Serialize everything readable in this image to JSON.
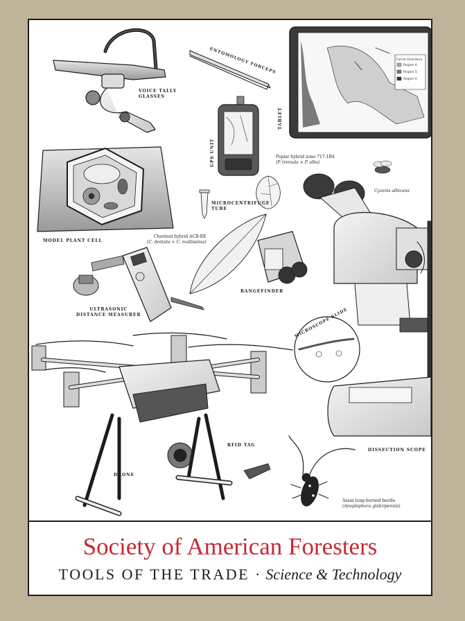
{
  "poster": {
    "title": "Society of American Foresters",
    "subtitle_left": "TOOLS OF THE TRADE",
    "subtitle_separator": "·",
    "subtitle_right": "Science & Technology"
  },
  "labels": {
    "voice_tally_glasses": "VOICE TALLY\nGLASSES",
    "entomology_forceps": "ENTOMOLOGY FORCEPS",
    "tablet": "TABLET",
    "gps_unit": "GPS UNIT",
    "model_plant_cell": "MODEL PLANT CELL",
    "microcentrifuge_tube": "MICROCENTRIFUGE\nTUBE",
    "poplar_line1": "Poplar hybrid zone 717-1B4",
    "poplar_line2": "(P. tremula × P. alba)",
    "cyzenis": "Cyzenis albicans",
    "chestnut_line1": "Chestnut hybrid ACR-RE",
    "chestnut_line2": "(C. dentata × C. mollissima)",
    "ultrasonic": "ULTRASONIC\nDISTANCE MEASURER",
    "rangefinder": "RANGEFINDER",
    "microscope_slide": "MICROSCOPE SLIDE",
    "drone": "DRONE",
    "rfid_tag": "RFID TAG",
    "dissection_scope": "DISSECTION SCOPE",
    "beetle_line1": "Asian long-horned beetle",
    "beetle_line2": "(Anoplophora glabripennis)"
  },
  "tablet_map": {
    "legend_title": "Forest Overstory",
    "legend_items": [
      "Region 4",
      "Region 5",
      "Region 6"
    ]
  },
  "colors": {
    "frame": "#bfb39a",
    "title_red": "#c42a34",
    "ink": "#1c1c1c"
  },
  "icons": {
    "glasses": "voice-tally-glasses-icon",
    "forceps": "entomology-forceps-icon",
    "tablet": "tablet-icon",
    "gps": "gps-unit-icon",
    "plant_cell": "plant-cell-icon",
    "tube": "microcentrifuge-tube-icon",
    "leaf": "leaf-icon",
    "fly": "fly-icon",
    "microscope": "microscope-icon",
    "ultrasonic": "ultrasonic-measurer-icon",
    "rangefinder": "rangefinder-icon",
    "slide": "microscope-slide-icon",
    "drone": "drone-icon",
    "rfid": "rfid-tag-icon",
    "beetle": "beetle-icon"
  }
}
